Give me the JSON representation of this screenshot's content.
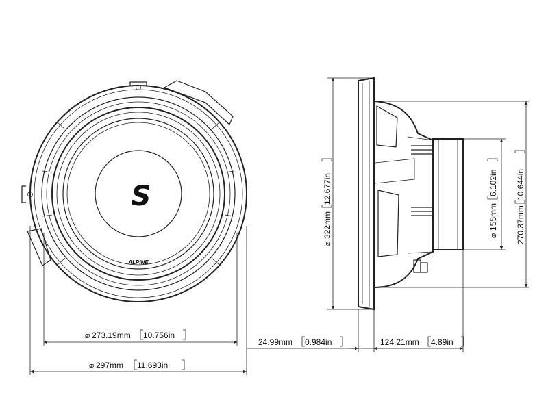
{
  "front_view": {
    "brand_mark": "ALPINE",
    "logo_glyph": "S",
    "dim_inner_diameter": {
      "mm": "273.19mm",
      "in": "10.756in"
    },
    "dim_outer_diameter": {
      "mm": "297mm",
      "in": "11.693in"
    }
  },
  "side_view": {
    "dim_flange_height": {
      "mm": "322mm",
      "in": "12.677in"
    },
    "dim_magnet_diameter": {
      "mm": "155mm",
      "in": "6.102in"
    },
    "dim_mount_diameter": {
      "mm": "270.37mm",
      "in": "10.644in"
    },
    "dim_mount_depth": {
      "mm": "24.99mm",
      "in": "0.984in"
    },
    "dim_depth": {
      "mm": "124.21mm",
      "in": "4.89in"
    }
  },
  "symbols": {
    "diameter": "⌀"
  },
  "colors": {
    "line": "#222222",
    "background": "#ffffff"
  }
}
